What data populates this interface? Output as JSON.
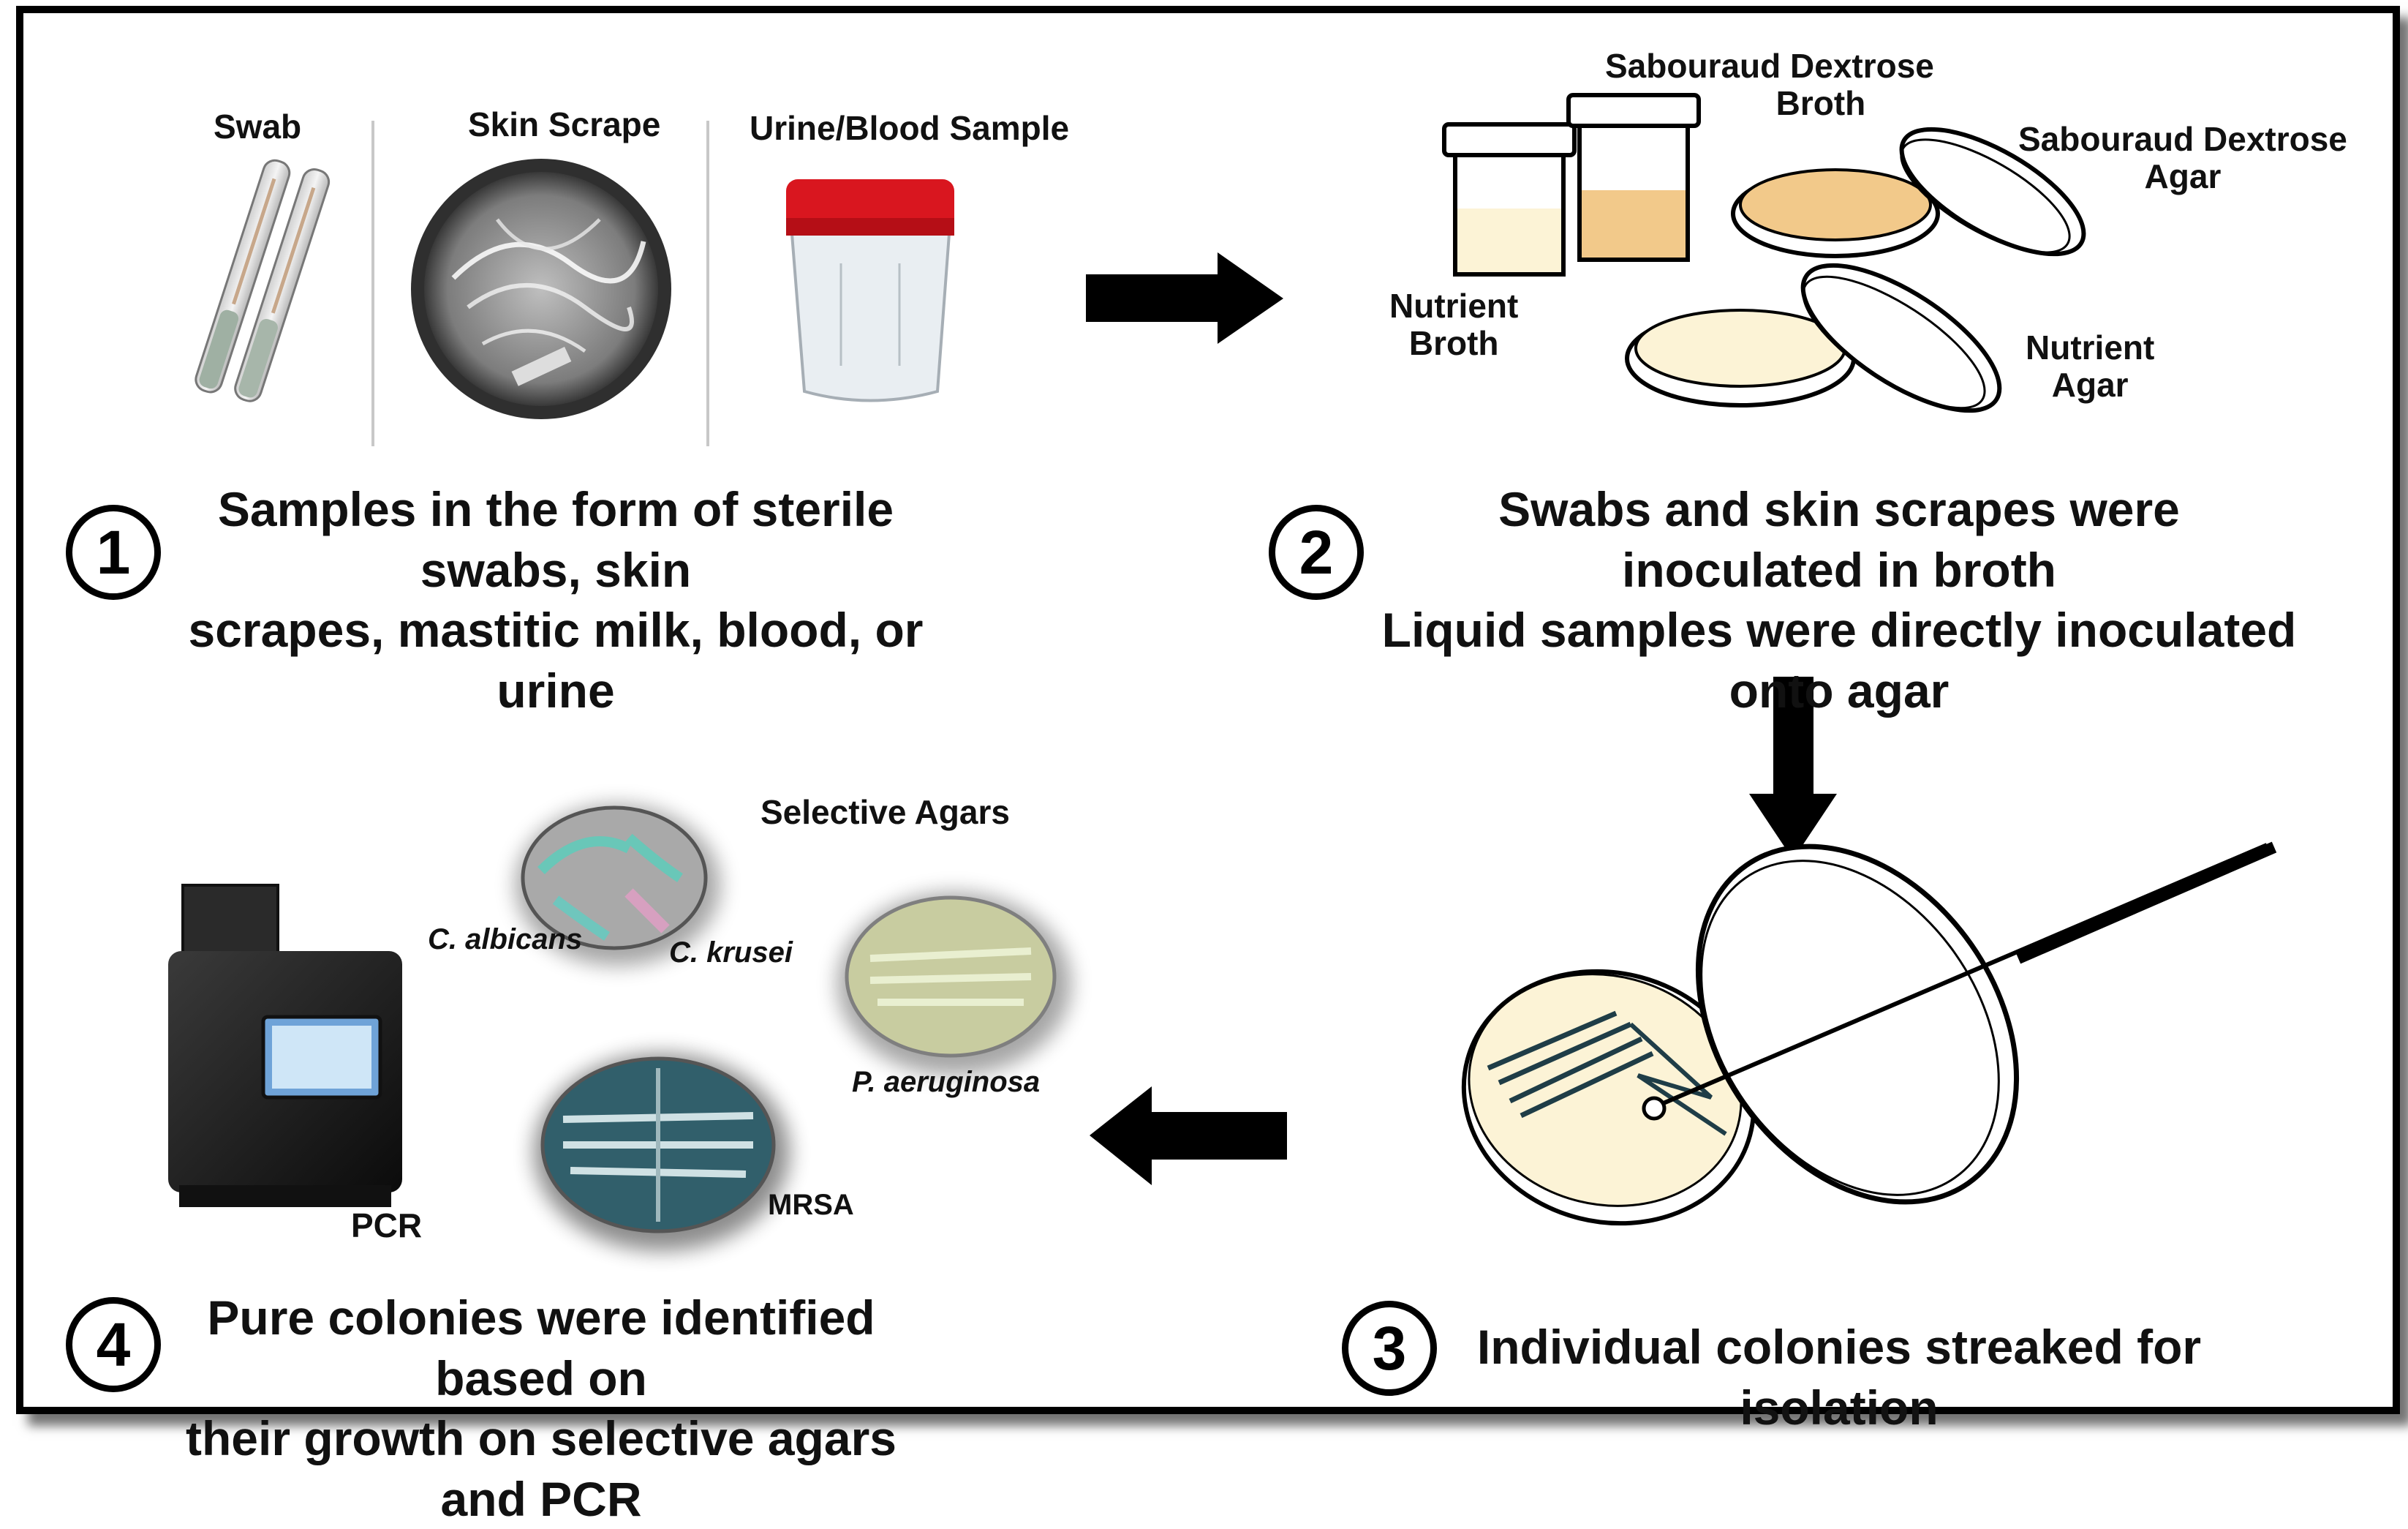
{
  "steps": [
    {
      "number": "1",
      "text_line1": "Samples in the form of sterile swabs, skin",
      "text_line2": "scrapes, mastitic milk, blood, or urine"
    },
    {
      "number": "2",
      "text_line1": "Swabs and skin scrapes were inoculated in broth",
      "text_line2": "Liquid samples were directly inoculated onto agar"
    },
    {
      "number": "3",
      "text_line1": "Individual colonies streaked for isolation"
    },
    {
      "number": "4",
      "text_line1": "Pure colonies were identified based on",
      "text_line2": "their growth on selective agars and PCR"
    }
  ],
  "samples": {
    "swab": "Swab",
    "skin_scrape": "Skin Scrape",
    "urine_blood": "Urine/Blood Sample"
  },
  "media": {
    "sd_broth_line1": "Sabouraud Dextrose",
    "sd_broth_line2": "Broth",
    "sd_agar_line1": "Sabouraud Dextrose",
    "sd_agar_line2": "Agar",
    "nutrient_broth_line1": "Nutrient",
    "nutrient_broth_line2": "Broth",
    "nutrient_agar_line1": "Nutrient",
    "nutrient_agar_line2": "Agar"
  },
  "identification": {
    "selective_agars": "Selective Agars",
    "c_albicans": "C. albicans",
    "c_krusei": "C. krusei",
    "p_aeruginosa": "P. aeruginosa",
    "mrsa": "MRSA",
    "pcr": "PCR"
  },
  "colors": {
    "frame": "#000000",
    "cap_red": "#d9161f",
    "sd_medium": "#f2c98a",
    "nutrient_medium": "#fcf3d6",
    "arrow": "#000000"
  }
}
